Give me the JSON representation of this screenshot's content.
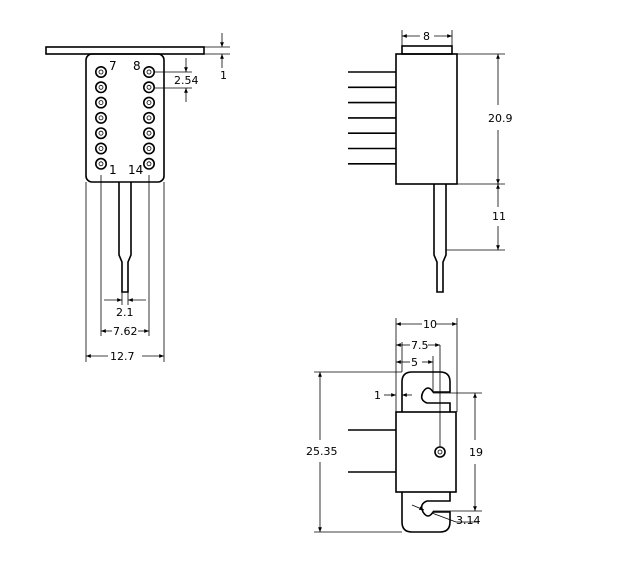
{
  "front_view": {
    "pin_labels": {
      "top_left": "7",
      "top_right": "8",
      "bottom_left": "1",
      "bottom_right": "14"
    },
    "dims": {
      "plate_thickness": "1",
      "pin_pitch": "2.54",
      "lead_width": "2.1",
      "row_spacing": "7.62",
      "body_width": "12.7"
    }
  },
  "side_view": {
    "dims": {
      "top_width": "8",
      "body_height": "20.9",
      "lead_length": "11"
    }
  },
  "bottom_view": {
    "dims": {
      "overall_width": "10",
      "hole_offset_a": "7.5",
      "hole_offset_b": "5",
      "flange": "1",
      "overall_height": "25.35",
      "slot_pitch": "19",
      "slot_radius": "3.14"
    }
  }
}
